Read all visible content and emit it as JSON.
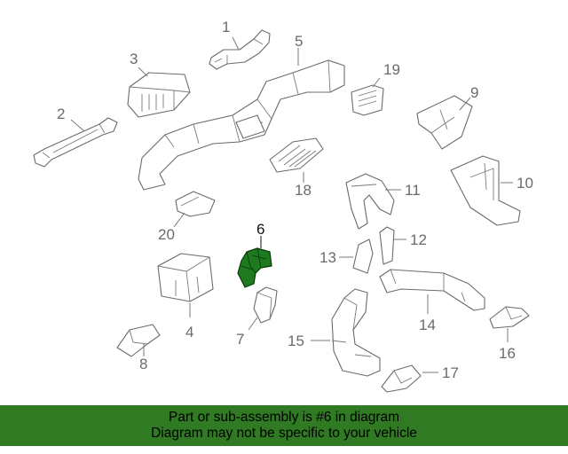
{
  "callouts": {
    "c1": "1",
    "c2": "2",
    "c3": "3",
    "c4": "4",
    "c5": "5",
    "c6": "6",
    "c7": "7",
    "c8": "8",
    "c9": "9",
    "c10": "10",
    "c11": "11",
    "c12": "12",
    "c13": "13",
    "c14": "14",
    "c15": "15",
    "c16": "16",
    "c17": "17",
    "c18": "18",
    "c19": "19",
    "c20": "20"
  },
  "highlight_part": "6",
  "colors": {
    "highlight": "#1e7a1e",
    "banner": "#2f7a22",
    "outline": "#6b6b6b"
  },
  "banner": {
    "line1": "Part or sub-assembly is #6 in diagram",
    "line2": "Diagram may not be specific to your vehicle"
  }
}
